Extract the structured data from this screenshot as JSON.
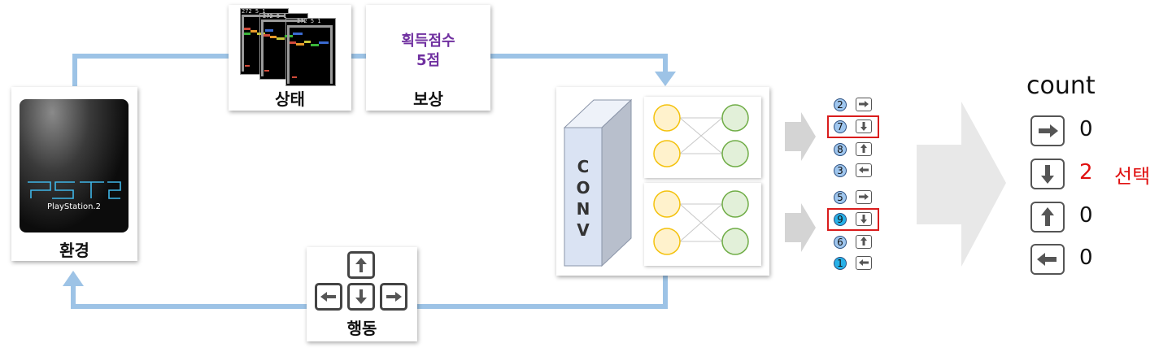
{
  "env": {
    "label": "환경",
    "console_brand": "PlayStation.2"
  },
  "state": {
    "label": "상태",
    "screen_texts": [
      "272 5 1",
      "272 5 1",
      "272 5 1"
    ]
  },
  "reward": {
    "label": "보상",
    "line1": "획득점수",
    "line2": "5점",
    "line_color": "#7030a0"
  },
  "action": {
    "label": "행동"
  },
  "model": {
    "conv_letters": [
      "C",
      "O",
      "N",
      "V"
    ]
  },
  "outputs": {
    "group1": [
      {
        "num": "2",
        "dir": "right",
        "selected": false
      },
      {
        "num": "7",
        "dir": "down",
        "selected": true
      },
      {
        "num": "8",
        "dir": "up",
        "selected": false
      },
      {
        "num": "3",
        "dir": "left",
        "selected": false
      }
    ],
    "group2": [
      {
        "num": "5",
        "dir": "right",
        "selected": false
      },
      {
        "num": "9",
        "dir": "down",
        "selected": true
      },
      {
        "num": "6",
        "dir": "up",
        "selected": false
      },
      {
        "num": "1",
        "dir": "left",
        "selected": false
      }
    ]
  },
  "count": {
    "title": "count",
    "rows": [
      {
        "dir": "right",
        "value": "0",
        "selected": false,
        "note": ""
      },
      {
        "dir": "down",
        "value": "2",
        "selected": true,
        "note": "선택"
      },
      {
        "dir": "up",
        "value": "0",
        "selected": false,
        "note": ""
      },
      {
        "dir": "left",
        "value": "0",
        "selected": false,
        "note": ""
      }
    ],
    "selected_color": "#e01010"
  },
  "colors": {
    "flow_line": "#9dc3e6",
    "node_yellow": "#fff2cc",
    "node_green": "#e2f0d9",
    "conv_face": "#dae3f3"
  }
}
